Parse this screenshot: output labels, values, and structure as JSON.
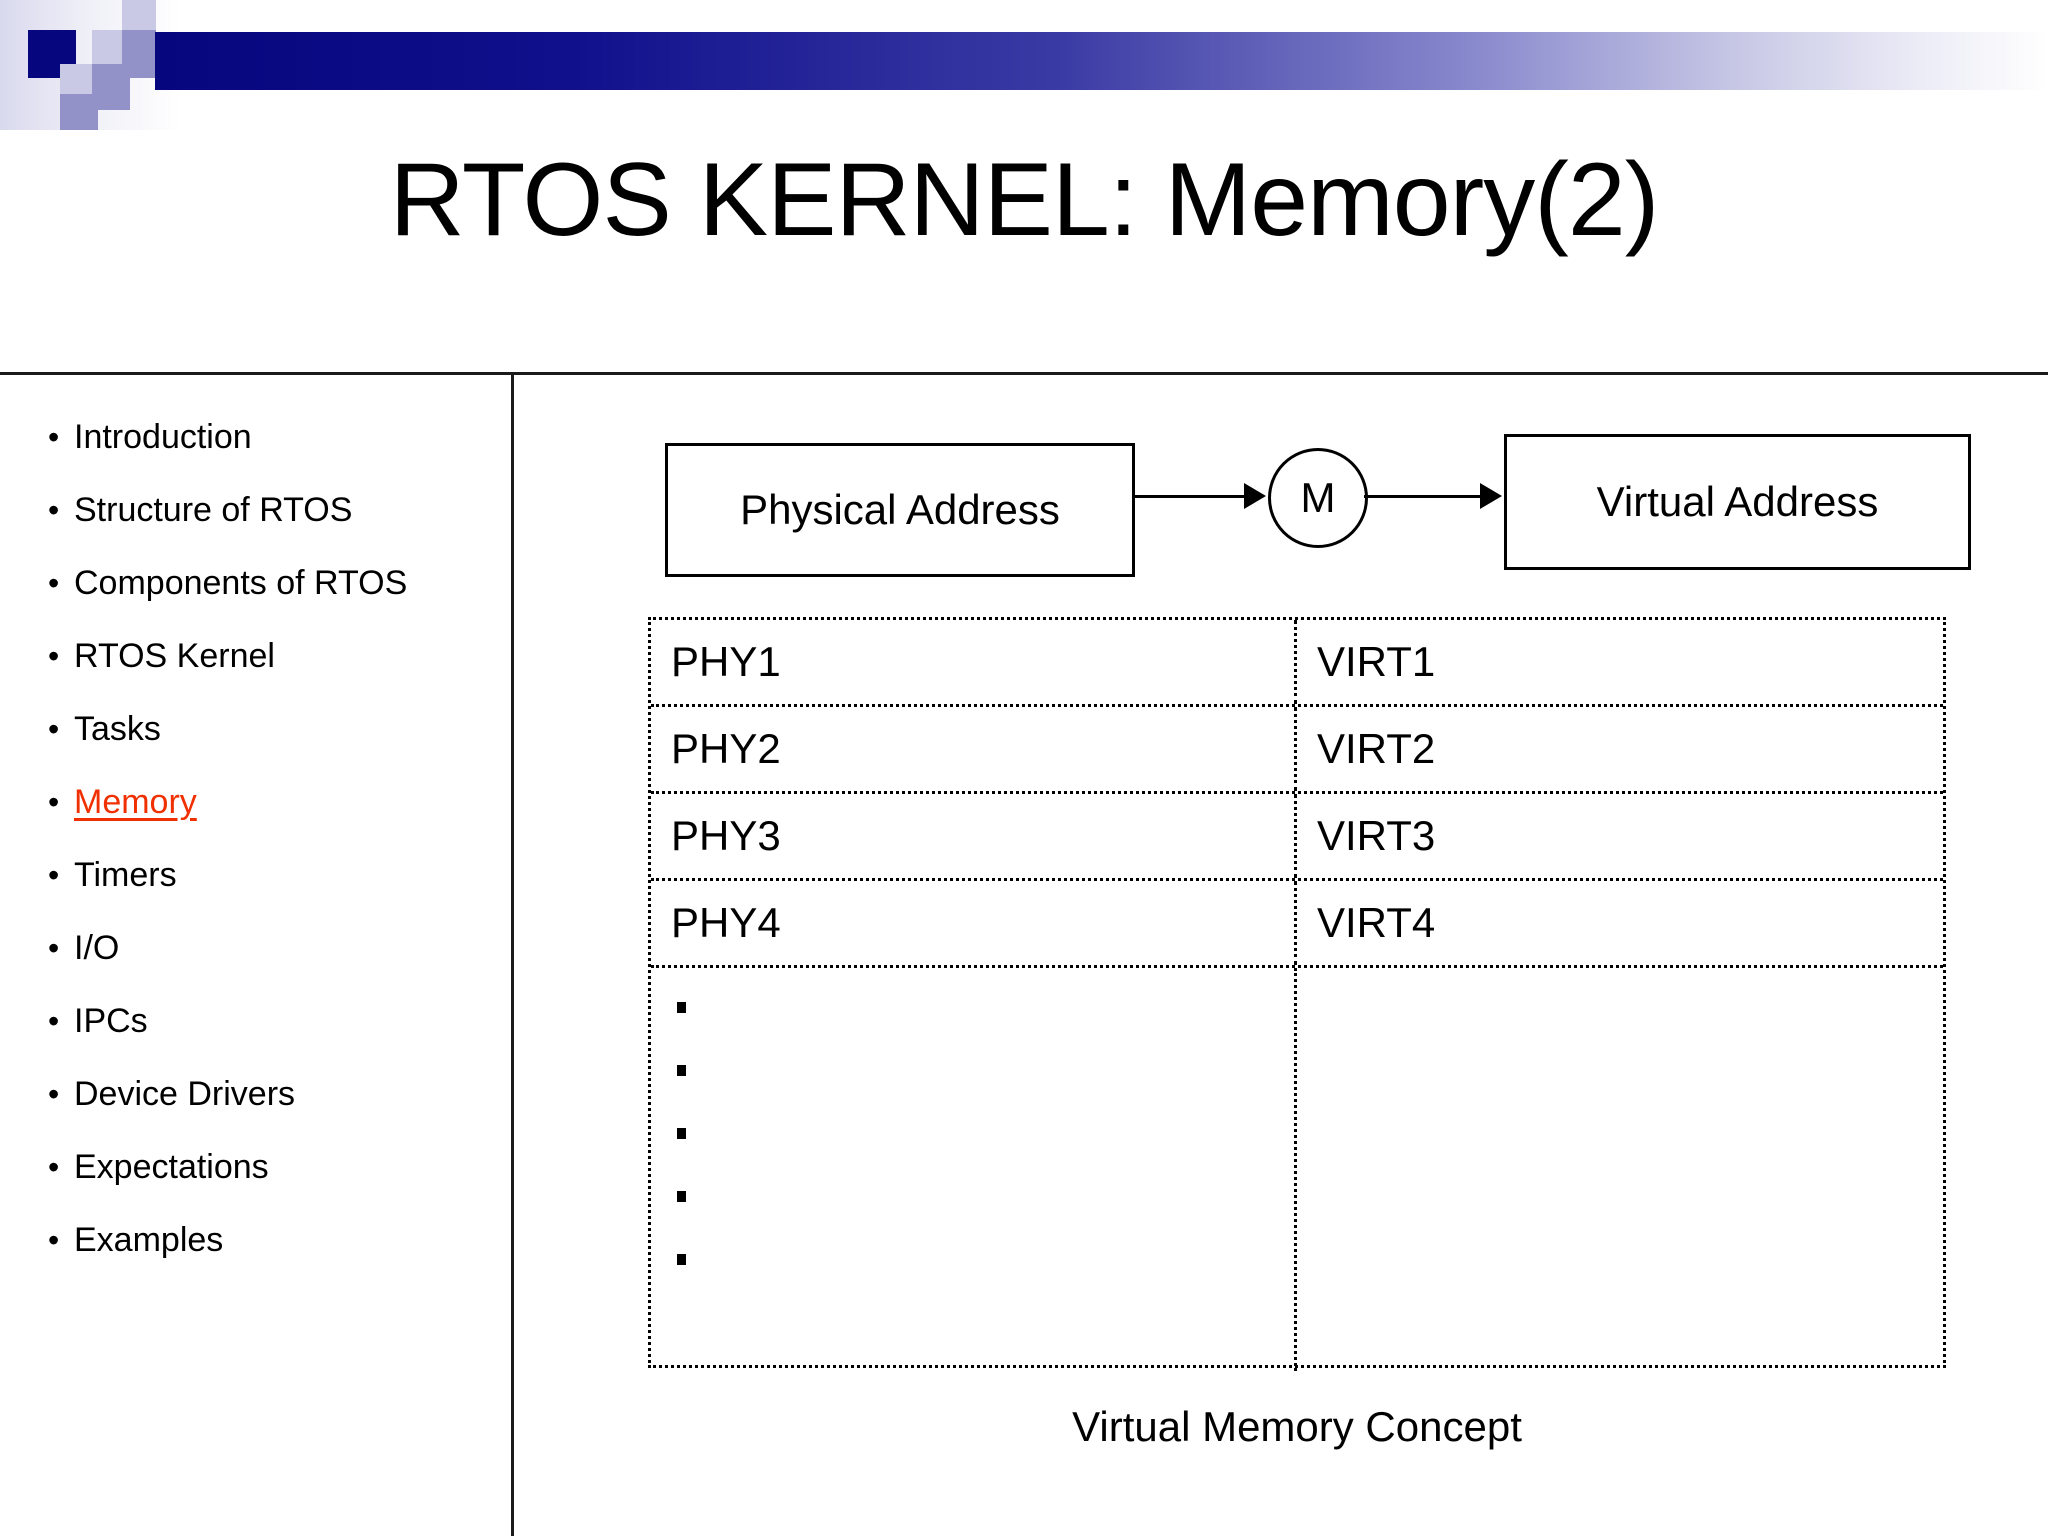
{
  "slide": {
    "title": "RTOS KERNEL: Memory(2)",
    "accent_color": "#06067e",
    "highlight_color": "#f03000"
  },
  "sidebar": {
    "items": [
      {
        "label": "Introduction",
        "active": false
      },
      {
        "label": "Structure of RTOS",
        "active": false
      },
      {
        "label": "Components of RTOS",
        "active": false
      },
      {
        "label": "RTOS Kernel",
        "active": false
      },
      {
        "label": "Tasks",
        "active": false
      },
      {
        "label": "Memory",
        "active": true
      },
      {
        "label": "Timers",
        "active": false
      },
      {
        "label": "I/O",
        "active": false
      },
      {
        "label": "IPCs",
        "active": false
      },
      {
        "label": "Device Drivers",
        "active": false
      },
      {
        "label": "Expectations",
        "active": false
      },
      {
        "label": "Examples",
        "active": false
      }
    ],
    "bullet_glyph": "•"
  },
  "diagram": {
    "source_box": "Physical Address",
    "mapper_node": "M",
    "target_box": "Virtual Address"
  },
  "mapping_table": {
    "rows": [
      {
        "physical": "PHY1",
        "virtual": "VIRT1"
      },
      {
        "physical": "PHY2",
        "virtual": "VIRT2"
      },
      {
        "physical": "PHY3",
        "virtual": "VIRT3"
      },
      {
        "physical": "PHY4",
        "virtual": "VIRT4"
      }
    ],
    "ellipsis_dots": 5
  },
  "caption": "Virtual Memory Concept"
}
